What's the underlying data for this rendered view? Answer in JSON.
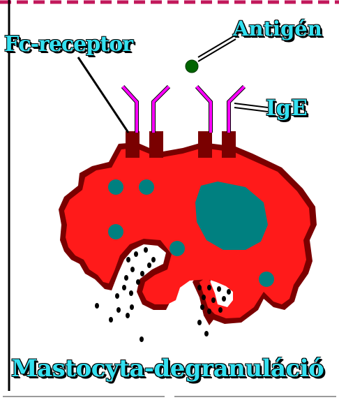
{
  "labels": {
    "fc_receptor": "Fc-receptor",
    "antigen": "Antigén",
    "ige": "IgE",
    "title": "Mastocyta-degranuláció"
  },
  "colors": {
    "cell_body": "#ff1a1a",
    "cell_outline": "#7a0000",
    "receptor": "#7a0000",
    "ige_antibody": "#ff00ff",
    "nucleus": "#008080",
    "granule_in_cell": "#008080",
    "granule_released": "#000000",
    "antigen": "#006400",
    "label_text": "#33e0f0",
    "top_border": "#c2185b"
  },
  "icons": {
    "antigen": "green-sphere",
    "granules": "black-dots"
  }
}
